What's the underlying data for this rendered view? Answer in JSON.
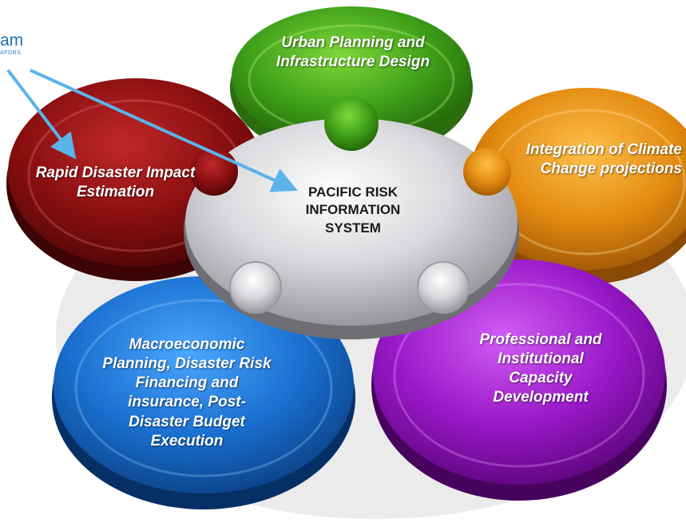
{
  "corner_text": {
    "title_fragment": "am",
    "subtitle_fragment": "AFDRS"
  },
  "center": {
    "lines": [
      "PACIFIC RISK",
      "INFORMATION",
      "SYSTEM"
    ]
  },
  "petals": {
    "urban": {
      "color": "#3e9e18",
      "lines": [
        "Urban Planning and",
        "Infrastructure Design"
      ]
    },
    "climate": {
      "color": "#e28a10",
      "lines": [
        "Integration of Climate",
        "Change projections"
      ]
    },
    "rapid": {
      "color": "#8a0f10",
      "lines": [
        "Rapid Disaster Impact",
        "Estimation"
      ]
    },
    "macro": {
      "color": "#1a6fd0",
      "lines": [
        "Macroeconomic",
        "Planning, Disaster Risk",
        "Financing and",
        "insurance, Post-",
        "Disaster Budget",
        "Execution"
      ]
    },
    "professional": {
      "color": "#9818c8",
      "lines": [
        "Professional and",
        "Institutional",
        "Capacity",
        "Development"
      ]
    }
  },
  "arrow_color": "#5ab4ea"
}
